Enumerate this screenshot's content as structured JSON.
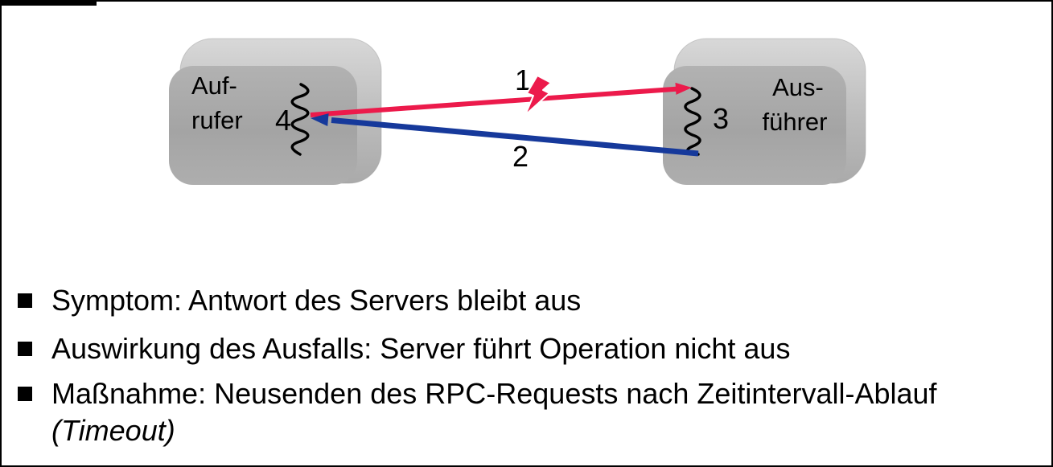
{
  "page": {
    "background": "#ffffff",
    "border_color": "#000000"
  },
  "diagram": {
    "caller_box": {
      "label_line1": "Auf-",
      "label_line2": "rufer",
      "wait_marker_label": "4"
    },
    "executor_box": {
      "label_line1": "Aus-",
      "label_line2": "führer",
      "exec_marker_label": "3"
    },
    "request_arrow": {
      "label": "1",
      "color": "#EC1A4B"
    },
    "reply_arrow": {
      "label": "2",
      "color": "#16399B"
    },
    "failure_icon": "lightning-bolt",
    "box_face_color": "#A8A8A8",
    "box_bevel_color": "#C8C8C8"
  },
  "bullets": {
    "items": [
      {
        "text": "Symptom: Antwort des Servers bleibt aus"
      },
      {
        "text": "Auswirkung des Ausfalls: Server führt Operation nicht aus"
      },
      {
        "text": "Maßnahme: Neusenden des RPC-Requests nach Zeitintervall-Ablauf",
        "line2_italic": "(Timeout)"
      }
    ]
  }
}
